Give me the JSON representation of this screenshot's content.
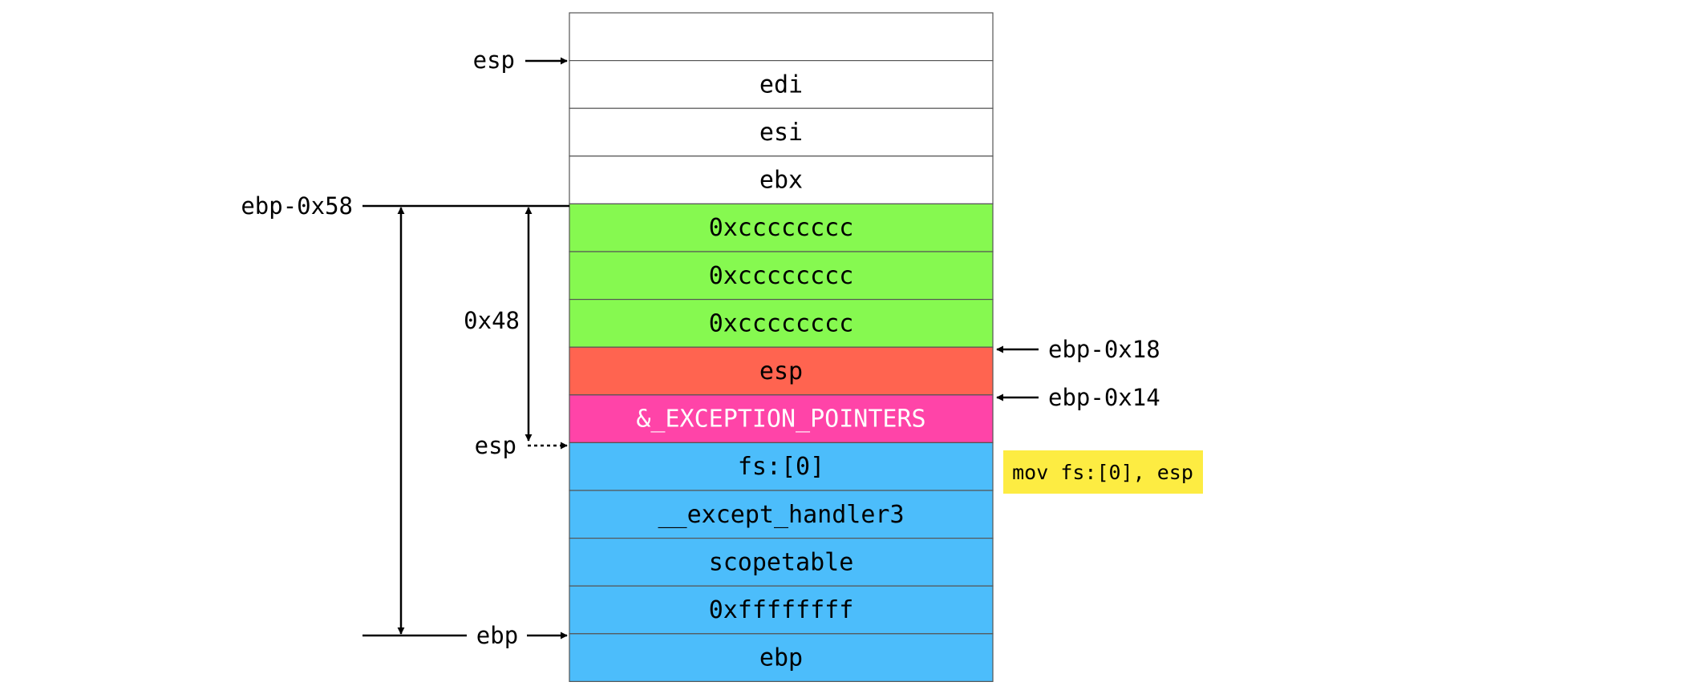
{
  "stack": {
    "cells": [
      {
        "label": "",
        "fill": "#ffffff",
        "text_color": "#000000"
      },
      {
        "label": "edi",
        "fill": "#ffffff",
        "text_color": "#000000"
      },
      {
        "label": "esi",
        "fill": "#ffffff",
        "text_color": "#000000"
      },
      {
        "label": "ebx",
        "fill": "#ffffff",
        "text_color": "#000000"
      },
      {
        "label": "0xcccccccc",
        "fill": "#86f950",
        "text_color": "#000000"
      },
      {
        "label": "0xcccccccc",
        "fill": "#86f950",
        "text_color": "#000000"
      },
      {
        "label": "0xcccccccc",
        "fill": "#86f950",
        "text_color": "#000000"
      },
      {
        "label": "esp",
        "fill": "#ff6450",
        "text_color": "#000000"
      },
      {
        "label": "&_EXCEPTION_POINTERS",
        "fill": "#ff44a8",
        "text_color": "#ffffff"
      },
      {
        "label": "fs:[0]",
        "fill": "#4cbdfb",
        "text_color": "#000000"
      },
      {
        "label": "__except_handler3",
        "fill": "#4cbdfb",
        "text_color": "#000000"
      },
      {
        "label": "scopetable",
        "fill": "#4cbdfb",
        "text_color": "#000000"
      },
      {
        "label": "0xffffffff",
        "fill": "#4cbdfb",
        "text_color": "#000000"
      },
      {
        "label": "ebp",
        "fill": "#4cbdfb",
        "text_color": "#000000"
      }
    ]
  },
  "pointers": {
    "esp_top": "esp",
    "esp_mid": "esp",
    "ebp": "ebp",
    "ebp_0x58": "ebp-0x58",
    "ebp_0x18": "ebp-0x18",
    "ebp_0x14": "ebp-0x14",
    "size_0x48": "0x48"
  },
  "annotation": {
    "text": "mov fs:[0], esp",
    "fill": "#fdec42"
  }
}
